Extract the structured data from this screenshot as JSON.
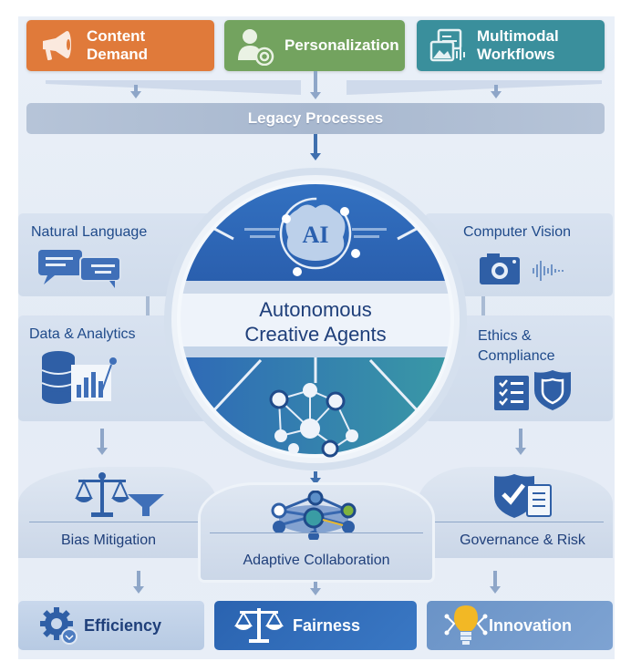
{
  "diagram": {
    "top_drivers": [
      {
        "label": "Content\nDemand",
        "icon": "megaphone-icon",
        "color": "#e07a3a"
      },
      {
        "label": "Personalization",
        "icon": "user-target-icon",
        "color": "#73a35f"
      },
      {
        "label": "Multimodal\nWorkflows",
        "icon": "multimedia-icon",
        "color": "#3a8f9c"
      }
    ],
    "legacy": {
      "label": "Legacy Processes"
    },
    "center": {
      "badge": "AI",
      "title_line1": "Autonomous",
      "title_line2": "Creative Agents",
      "color": "#2f6bbf",
      "accent": "#3a9ca4"
    },
    "left_capabilities": [
      {
        "label": "Natural Language",
        "icon": "chat-bubbles-icon"
      },
      {
        "label": "Data & Analytics",
        "icon": "database-chart-icon"
      }
    ],
    "right_capabilities": [
      {
        "label": "Computer Vision",
        "icon": "camera-icon"
      },
      {
        "label": "Ethics &\nCompliance",
        "icon": "checklist-shield-icon"
      }
    ],
    "middle_layer": [
      {
        "label": "Bias Mitigation",
        "icon": "scale-funnel-icon"
      },
      {
        "label": "Adaptive Collaboration",
        "icon": "network-icon"
      },
      {
        "label": "Governance & Risk",
        "icon": "shield-document-icon"
      }
    ],
    "outcomes": [
      {
        "label": "Efficiency",
        "icon": "gear-icon",
        "color": "#bfd0e6"
      },
      {
        "label": "Fairness",
        "icon": "scale-icon",
        "color": "#2f69b3"
      },
      {
        "label": "Innovation",
        "icon": "lightbulb-icon",
        "color": "#6f97c9"
      }
    ]
  }
}
